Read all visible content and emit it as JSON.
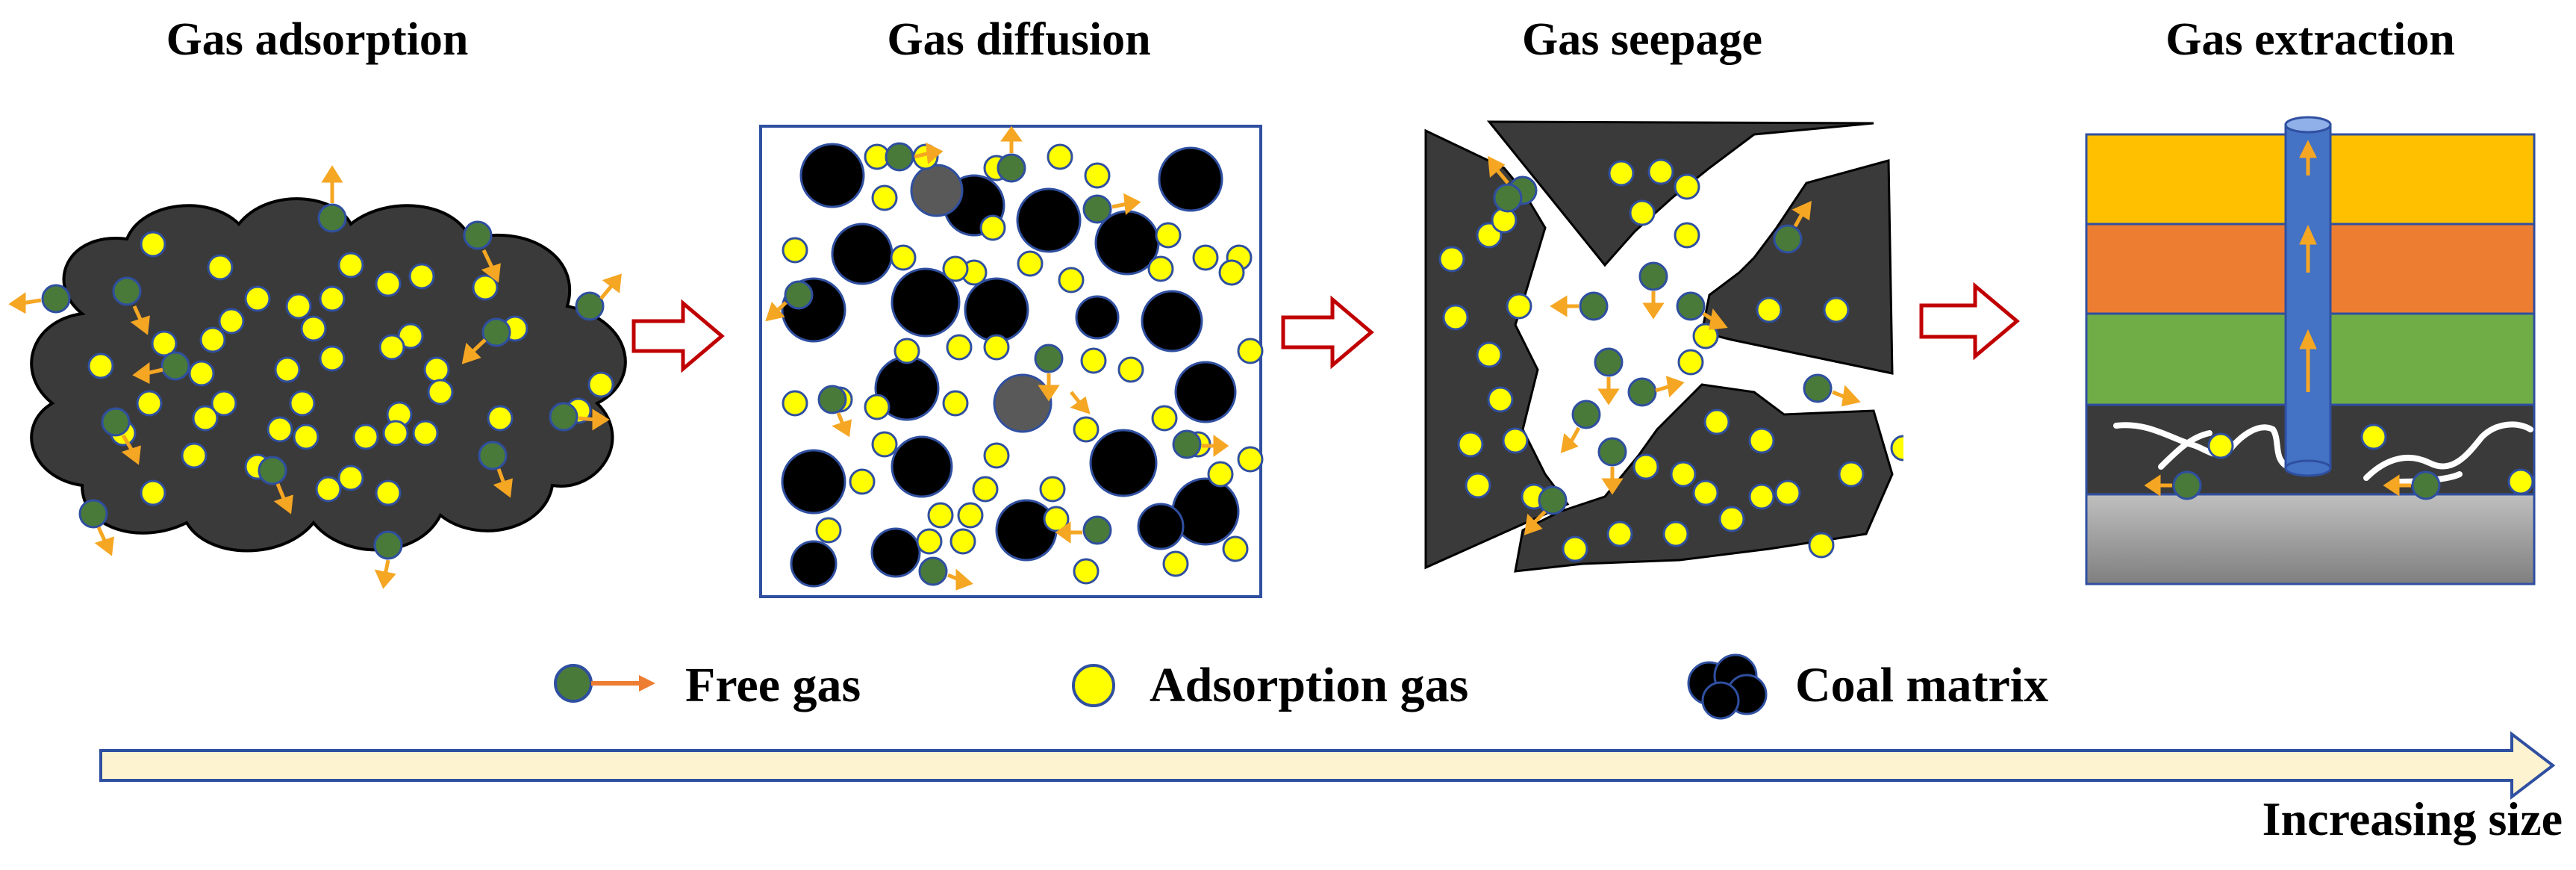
{
  "stages": [
    {
      "id": "adsorption",
      "title": "Gas adsorption"
    },
    {
      "id": "diffusion",
      "title": "Gas diffusion"
    },
    {
      "id": "seepage",
      "title": "Gas seepage"
    },
    {
      "id": "extraction",
      "title": "Gas extraction"
    }
  ],
  "legend": {
    "free_gas": "Free gas",
    "adsorption_gas": "Adsorption gas",
    "coal_matrix": "Coal matrix"
  },
  "axis": {
    "label": "Increasing size"
  },
  "colors": {
    "free_gas": "#4a7a3a",
    "adsorption_gas": "#ffff00",
    "particle_outline": "#2f4fa0",
    "coal": "#3a3a3a",
    "coal_matrix_black": "#000000",
    "flow_arrow": "#f5a623",
    "stage_arrow": "#c00000",
    "layer_yellow": "#ffc000",
    "layer_orange": "#ed7d31",
    "layer_green": "#70ad47",
    "layer_grey": "#a6a6a6",
    "pipe": "#4472c4",
    "size_arrow_fill": "#fdf3d0"
  }
}
